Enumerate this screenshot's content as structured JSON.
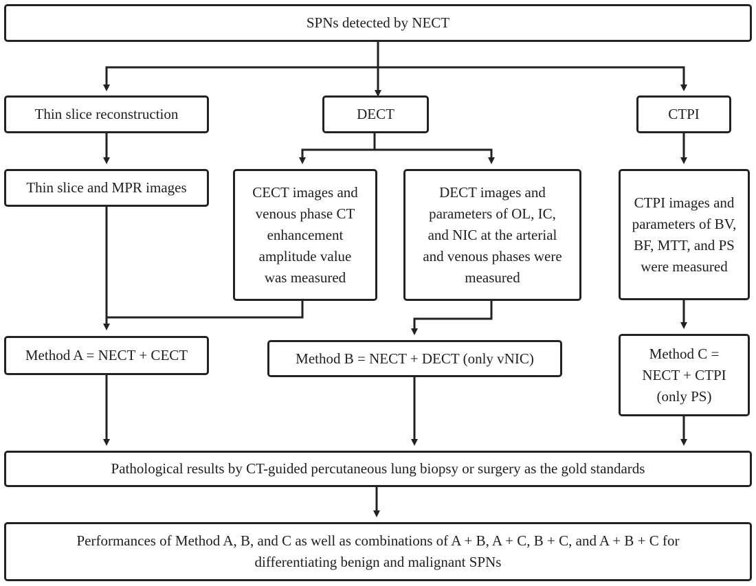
{
  "boxes": {
    "top": "SPNs detected by NECT",
    "thin": "Thin slice reconstruction",
    "dect": "DECT",
    "ctpi": "CTPI",
    "thin_mpr": "Thin slice and MPR images",
    "cect": "CECT images and\nvenous phase CT\nenhancement\namplitude value\nwas measured",
    "dect_img": "DECT images and\nparameters of OL, IC,\nand NIC at the arterial\nand venous phases were\nmeasured",
    "ctpi_img": "CTPI images and\nparameters of BV,\nBF, MTT, and PS\nwere measured",
    "method_a": "Method A = NECT + CECT",
    "method_b": "Method B = NECT + DECT (only vNIC)",
    "method_c": "Method C =\nNECT + CTPI\n(only PS)",
    "path": "Pathological results by CT-guided percutaneous lung biopsy or surgery as the gold standards",
    "perf": "Performances of Method A, B, and C as well as combinations of A + B, A + C, B + C, and A + B + C for\ndifferentiating benign and malignant SPNs"
  },
  "colors": {
    "line": "#222222",
    "text": "#1e1e1e",
    "background": "#ffffff"
  }
}
